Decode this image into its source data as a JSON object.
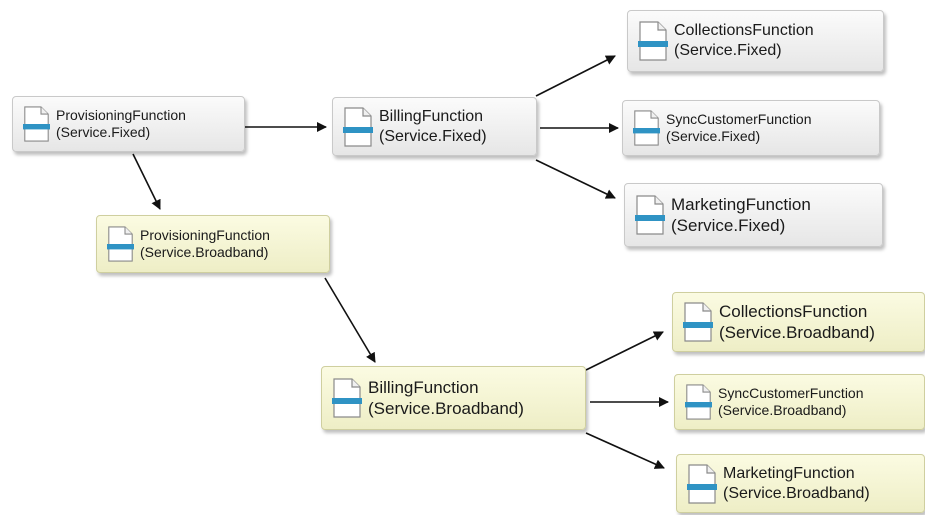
{
  "icon": "document-icon",
  "colors": {
    "fixed_fill": "#ececec",
    "broadband_fill": "#f3f3d2",
    "icon_accent": "#2f93c4",
    "arrow": "#111111"
  },
  "nodes": [
    {
      "id": "prov-fixed",
      "name": "ProvisioningFunction",
      "service": "(Service.Fixed)",
      "variant": "fixed"
    },
    {
      "id": "bill-fixed",
      "name": "BillingFunction",
      "service": "(Service.Fixed)",
      "variant": "fixed"
    },
    {
      "id": "coll-fixed",
      "name": "CollectionsFunction",
      "service": "(Service.Fixed)",
      "variant": "fixed"
    },
    {
      "id": "sync-fixed",
      "name": "SyncCustomerFunction",
      "service": "(Service.Fixed)",
      "variant": "fixed"
    },
    {
      "id": "mkt-fixed",
      "name": "MarketingFunction",
      "service": "(Service.Fixed)",
      "variant": "fixed"
    },
    {
      "id": "prov-bb",
      "name": "ProvisioningFunction",
      "service": "(Service.Broadband)",
      "variant": "broadband"
    },
    {
      "id": "bill-bb",
      "name": "BillingFunction",
      "service": "(Service.Broadband)",
      "variant": "broadband"
    },
    {
      "id": "coll-bb",
      "name": "CollectionsFunction",
      "service": "(Service.Broadband)",
      "variant": "broadband"
    },
    {
      "id": "sync-bb",
      "name": "SyncCustomerFunction",
      "service": "(Service.Broadband)",
      "variant": "broadband"
    },
    {
      "id": "mkt-bb",
      "name": "MarketingFunction",
      "service": "(Service.Broadband)",
      "variant": "broadband"
    }
  ],
  "edges": [
    {
      "from": "prov-fixed",
      "to": "bill-fixed"
    },
    {
      "from": "prov-fixed",
      "to": "prov-bb"
    },
    {
      "from": "bill-fixed",
      "to": "coll-fixed"
    },
    {
      "from": "bill-fixed",
      "to": "sync-fixed"
    },
    {
      "from": "bill-fixed",
      "to": "mkt-fixed"
    },
    {
      "from": "prov-bb",
      "to": "bill-bb"
    },
    {
      "from": "bill-bb",
      "to": "coll-bb"
    },
    {
      "from": "bill-bb",
      "to": "sync-bb"
    },
    {
      "from": "bill-bb",
      "to": "mkt-bb"
    }
  ]
}
